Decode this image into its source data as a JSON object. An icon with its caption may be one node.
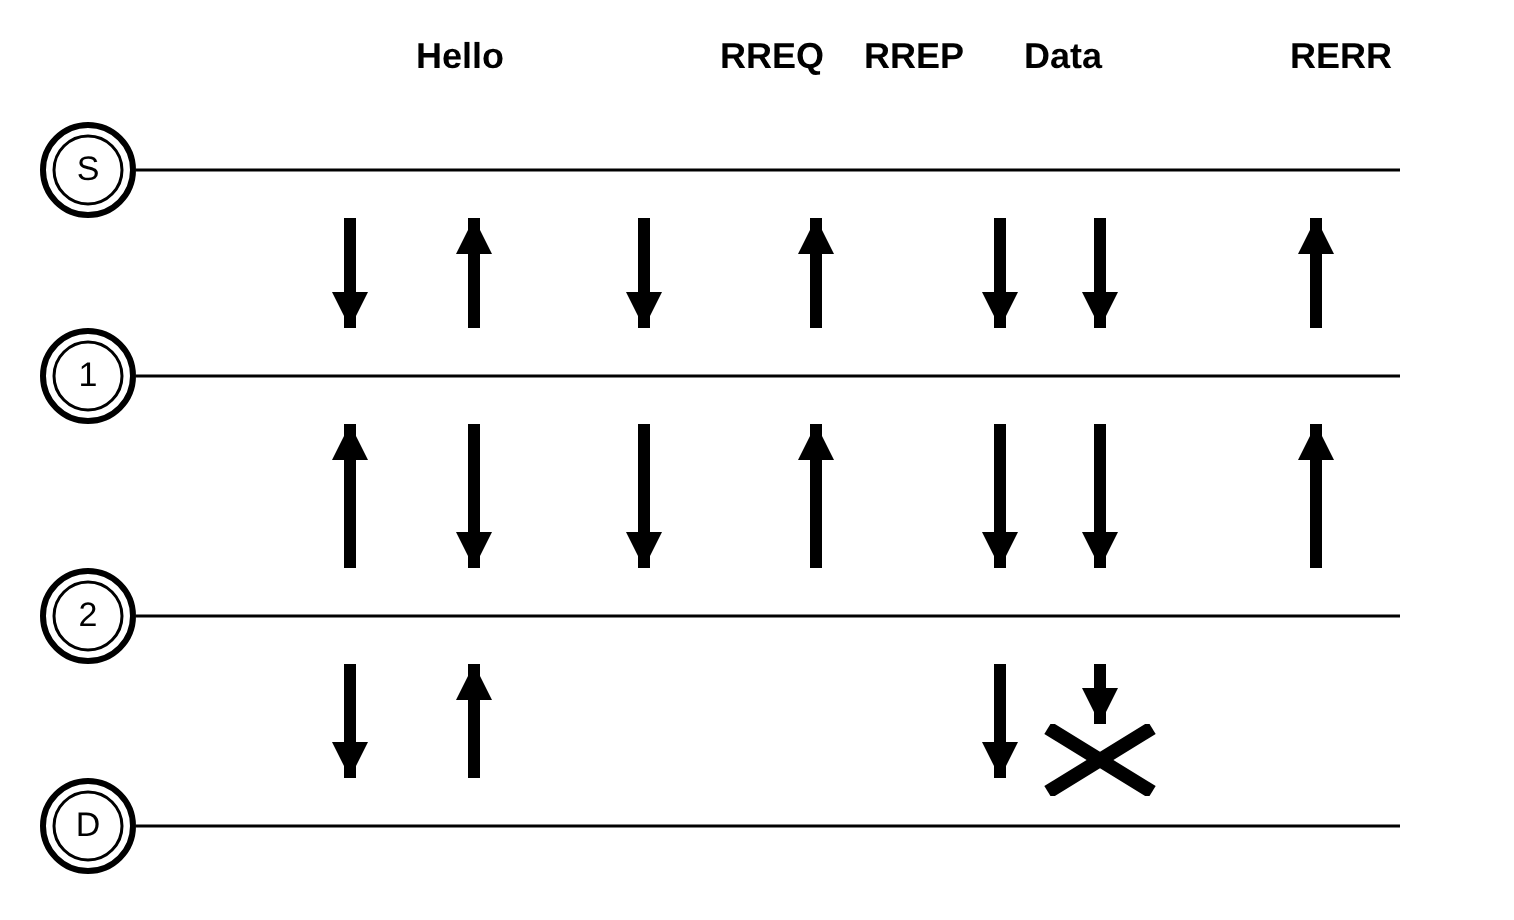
{
  "diagram": {
    "nodes": [
      {
        "text": [
          "S"
        ]
      },
      {
        "text": [
          "1"
        ]
      },
      {
        "text": [
          "2"
        ]
      },
      {
        "text": [
          "D"
        ]
      },
      {
        "text": [],
        "shape": "cross"
      }
    ],
    "edges": [
      {
        "from": 0,
        "to": 1,
        "arrow": "to"
      },
      {
        "from": 2,
        "to": 1,
        "arrow": "to"
      },
      {
        "from": 2,
        "to": 3,
        "arrow": "to"
      },
      {
        "from": 1,
        "to": 0,
        "arrow": "to"
      },
      {
        "from": 1,
        "to": 2,
        "arrow": "to"
      },
      {
        "from": 3,
        "to": 2,
        "arrow": "to"
      },
      {
        "from": 0,
        "to": 1,
        "arrow": "to"
      },
      {
        "from": 1,
        "to": 2,
        "arrow": "to"
      },
      {
        "from": 1,
        "to": 0,
        "arrow": "to"
      },
      {
        "from": 2,
        "to": 1,
        "arrow": "to"
      },
      {
        "from": 0,
        "to": 1,
        "arrow": "to"
      },
      {
        "from": 1,
        "to": 2,
        "arrow": "to"
      },
      {
        "from": 2,
        "to": 3,
        "arrow": "to"
      },
      {
        "from": 0,
        "to": 1,
        "arrow": "to"
      },
      {
        "from": 1,
        "to": 2,
        "arrow": "to"
      },
      {
        "from": 2,
        "to": 4,
        "arrow": "to"
      },
      {
        "from": 1,
        "to": 0,
        "arrow": "to"
      },
      {
        "from": 2,
        "to": 1,
        "arrow": "to"
      }
    ],
    "labels": [
      "Hello",
      "RREQ",
      "RREP",
      "Data",
      "RERR"
    ]
  }
}
